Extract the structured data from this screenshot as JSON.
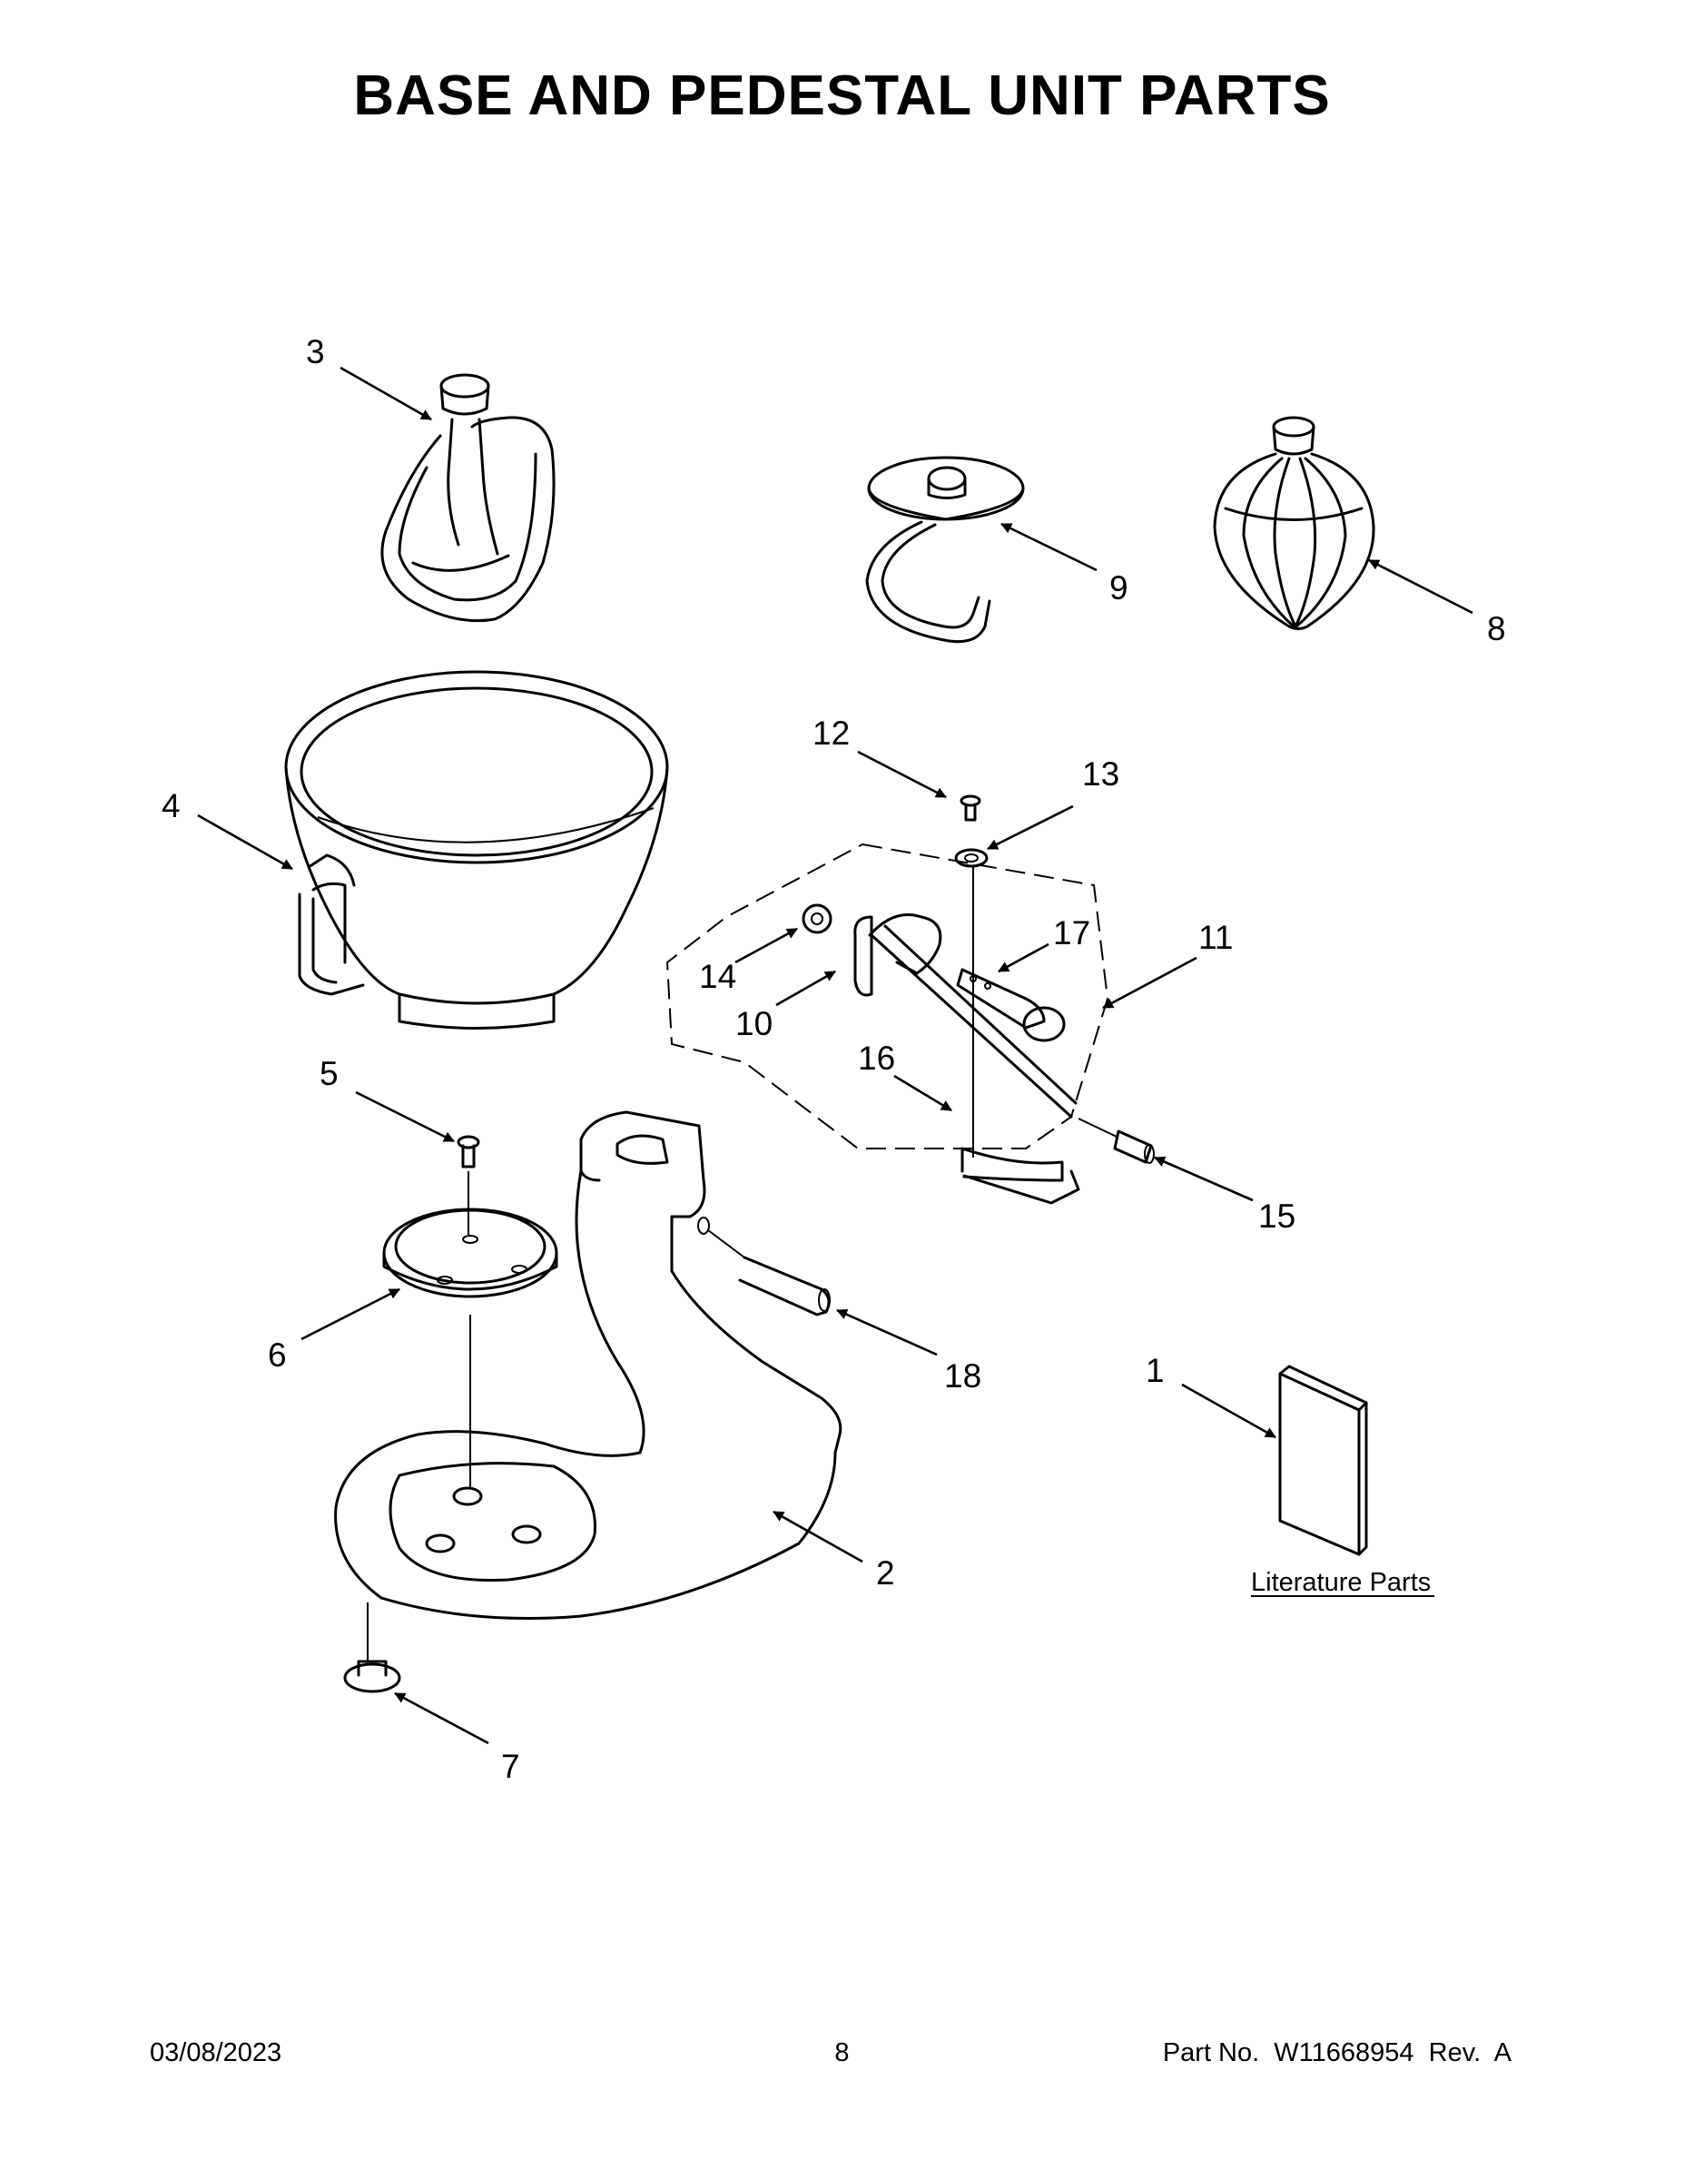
{
  "page_title": "BASE AND PEDESTAL UNIT PARTS",
  "callouts": [
    "1",
    "2",
    "3",
    "4",
    "5",
    "6",
    "7",
    "8",
    "9",
    "10",
    "11",
    "12",
    "13",
    "14",
    "15",
    "16",
    "17",
    "18"
  ],
  "literature_label": "Literature Parts",
  "footer": {
    "date": "03/08/2023",
    "page_number": "8",
    "part_number": "Part No.  W11668954  Rev.  A"
  }
}
